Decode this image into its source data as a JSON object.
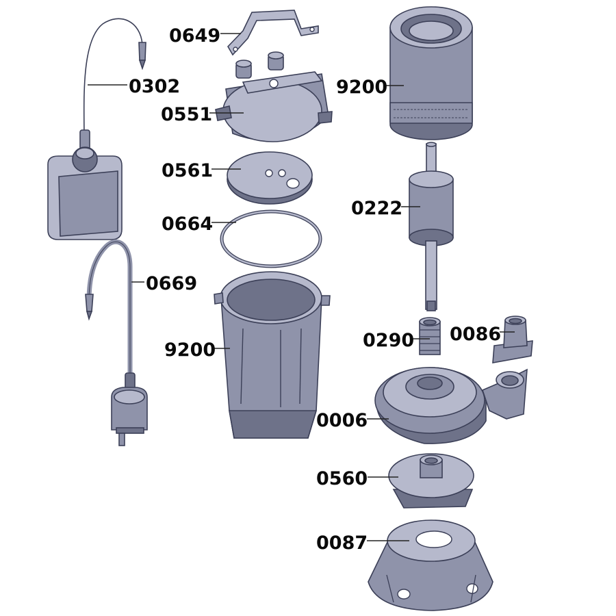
{
  "diagram": {
    "labels": {
      "float_cable_top": "0302",
      "bracket": "0649",
      "motor_cover": "0551",
      "stator": "9200",
      "seal_plate": "0561",
      "rotor": "0222",
      "o_ring": "0664",
      "power_cable": "0669",
      "motor_housing": "9200",
      "shaft_seal": "0290",
      "outlet_pipe": "0086",
      "pump_casing": "0006",
      "impeller": "0560",
      "base": "0087"
    },
    "colors": {
      "part_body": "#8f93aa",
      "part_light": "#b6b9cc",
      "part_dark": "#6e7289",
      "outline": "#3b3f57",
      "label": "#0a0a0a",
      "background": "#ffffff"
    }
  }
}
